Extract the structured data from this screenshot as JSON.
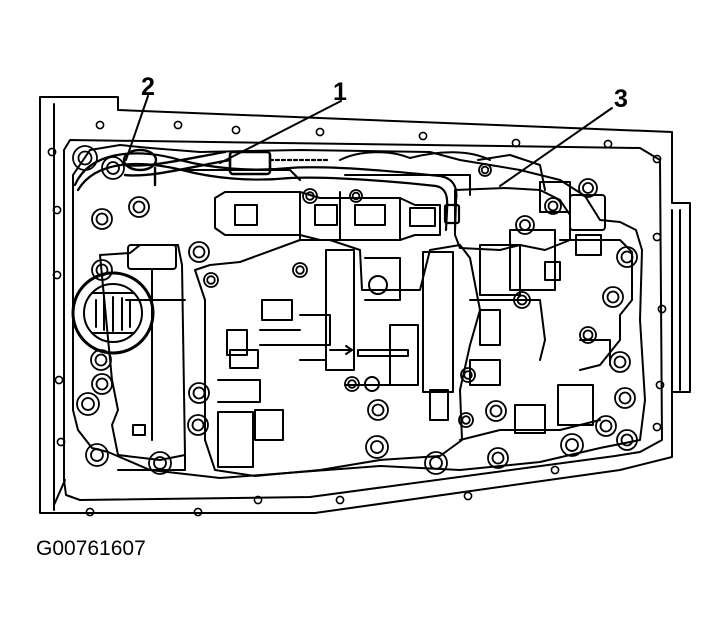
{
  "figure": {
    "callouts": {
      "c1": "1",
      "c2": "2",
      "c3": "3"
    },
    "id": "G00761607"
  }
}
